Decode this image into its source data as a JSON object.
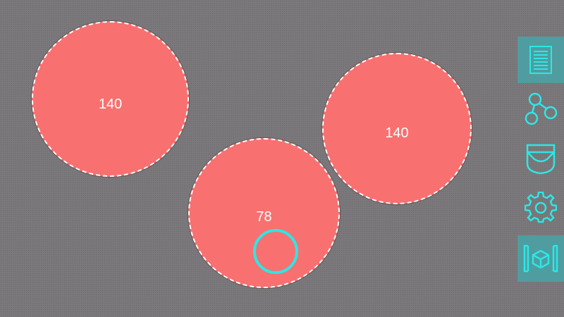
{
  "bubbles": [
    {
      "value": "140",
      "color": "#f87070"
    },
    {
      "value": "140",
      "color": "#f87070"
    },
    {
      "value": "78",
      "color": "#f87070"
    }
  ],
  "cursor": {
    "color": "#2ee6e6"
  },
  "toolbar": {
    "accent": "#2ee6e6",
    "active_bg": "#4f9da0",
    "tools": [
      {
        "icon": "document-list-icon",
        "active": true
      },
      {
        "icon": "share-nodes-icon",
        "active": false
      },
      {
        "icon": "pocket-icon",
        "active": false
      },
      {
        "icon": "gear-icon",
        "active": false
      },
      {
        "icon": "cube-brackets-icon",
        "active": true
      }
    ]
  }
}
